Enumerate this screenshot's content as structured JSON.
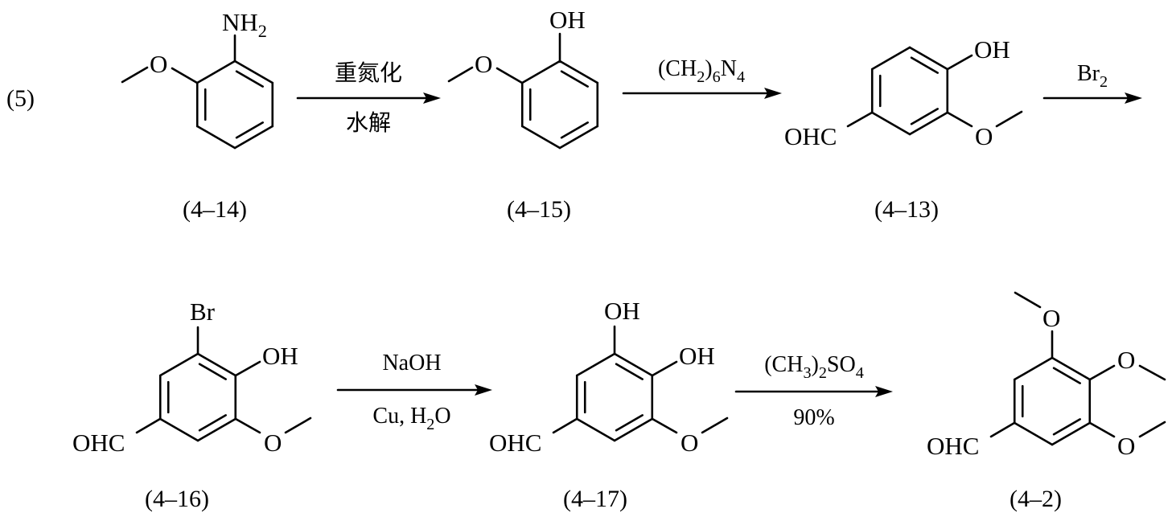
{
  "scheme_number": "(5)",
  "compounds": [
    {
      "id": "(4–14)",
      "groups": {
        "a": "NH2",
        "b": "O"
      }
    },
    {
      "id": "(4–15)",
      "groups": {
        "a": "OH",
        "b": "O"
      }
    },
    {
      "id": "(4–13)",
      "groups": {
        "a": "OH",
        "b": "O",
        "c": "OHC"
      }
    },
    {
      "id": "(4–16)",
      "groups": {
        "a": "Br",
        "b": "OH",
        "c": "O",
        "d": "OHC"
      }
    },
    {
      "id": "(4–17)",
      "groups": {
        "a": "OH",
        "b": "OH",
        "c": "O",
        "d": "OHC"
      }
    },
    {
      "id": "(4–2)",
      "groups": {
        "a": "O",
        "b": "O",
        "c": "O",
        "d": "OHC"
      }
    }
  ],
  "reactions": [
    {
      "above": "重氮化",
      "below": "水解"
    },
    {
      "above": "(CH2)6N4",
      "below": ""
    },
    {
      "above": "Br2",
      "below": ""
    },
    {
      "above": "NaOH",
      "below": "Cu, H2O"
    },
    {
      "above": "(CH3)2SO4",
      "below": "90%"
    }
  ]
}
